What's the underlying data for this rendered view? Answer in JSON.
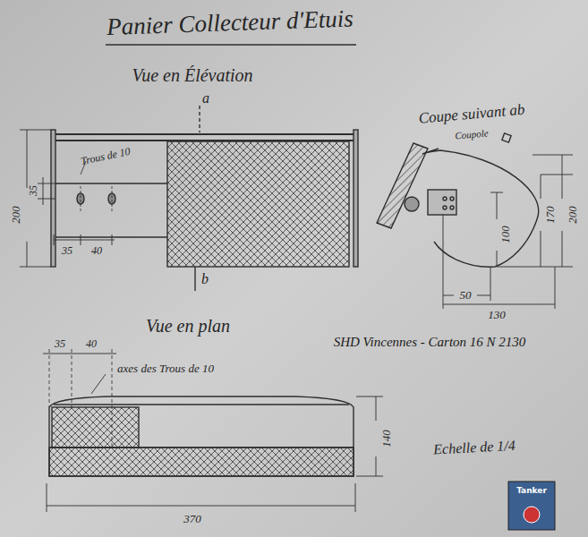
{
  "diagram": {
    "title": "Panier Collecteur d'Etuis",
    "labels": [
      "Vue en Élévation",
      "a",
      "200",
      "35",
      "Trous de 10",
      "35",
      "40",
      "b",
      "Coupe suivant ab",
      "Coupole",
      "170",
      "200",
      "100",
      "50",
      "130",
      "Vue en plan",
      "SHD Vincennes - Carton 16 N 2130",
      "35",
      "40",
      "axes des Trous de 10",
      "140",
      "Echelle de 1/4",
      "370",
      "Tanker"
    ]
  }
}
